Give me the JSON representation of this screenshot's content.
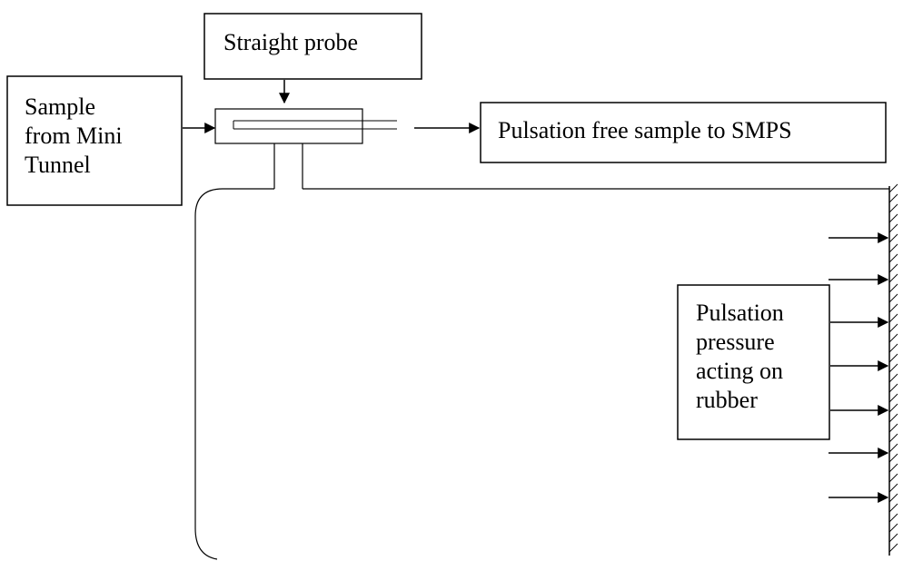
{
  "labels": {
    "straight_probe": "Straight probe",
    "sample_source": [
      "Sample",
      "from Mini",
      "Tunnel"
    ],
    "output": "Pulsation free sample to SMPS",
    "pressure": [
      "Pulsation",
      "pressure",
      "acting on",
      "rubber"
    ]
  },
  "colors": {
    "line": "#000000",
    "background": "#ffffff"
  }
}
